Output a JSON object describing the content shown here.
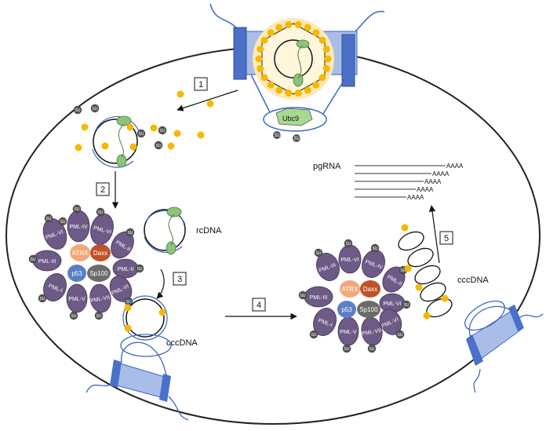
{
  "labels": {
    "ubc9": "Ubc9",
    "pgrna": "pgRNA",
    "rcdna": "rcDNA",
    "cccdna_left": "cccDNA",
    "cccdna_right": "cccDNA",
    "atrx": "ATRX",
    "daxx": "Daxx",
    "p53": "p53",
    "sp100": "Sp100",
    "pml_vi": "PML-VI",
    "pml_ii": "PML-II",
    "pml_iii": "PML-III",
    "pml_iv": "PML-IV",
    "pml_i": "PML-I",
    "pml_v": "PML-V",
    "pml_vii": "PML-VII",
    "su": "SU",
    "aaaa": "AAAA"
  },
  "steps": [
    "1",
    "2",
    "3",
    "4",
    "5"
  ],
  "colors": {
    "nuclear_pore": "#4a70c8",
    "pore_light": "#a9bde8",
    "sumo": "#f6b800",
    "capsid_fill": "#fde9b8",
    "pml": "#6e5a86",
    "pml_light": "#8d7aa6",
    "sumo_ball": "#555555",
    "atrx": "#f2a97a",
    "daxx": "#c0532a",
    "p53": "#5b7fc4",
    "sp100": "#6b6b6b",
    "polymerase": "#8cc27a",
    "dna_blue": "#3b67c2"
  }
}
